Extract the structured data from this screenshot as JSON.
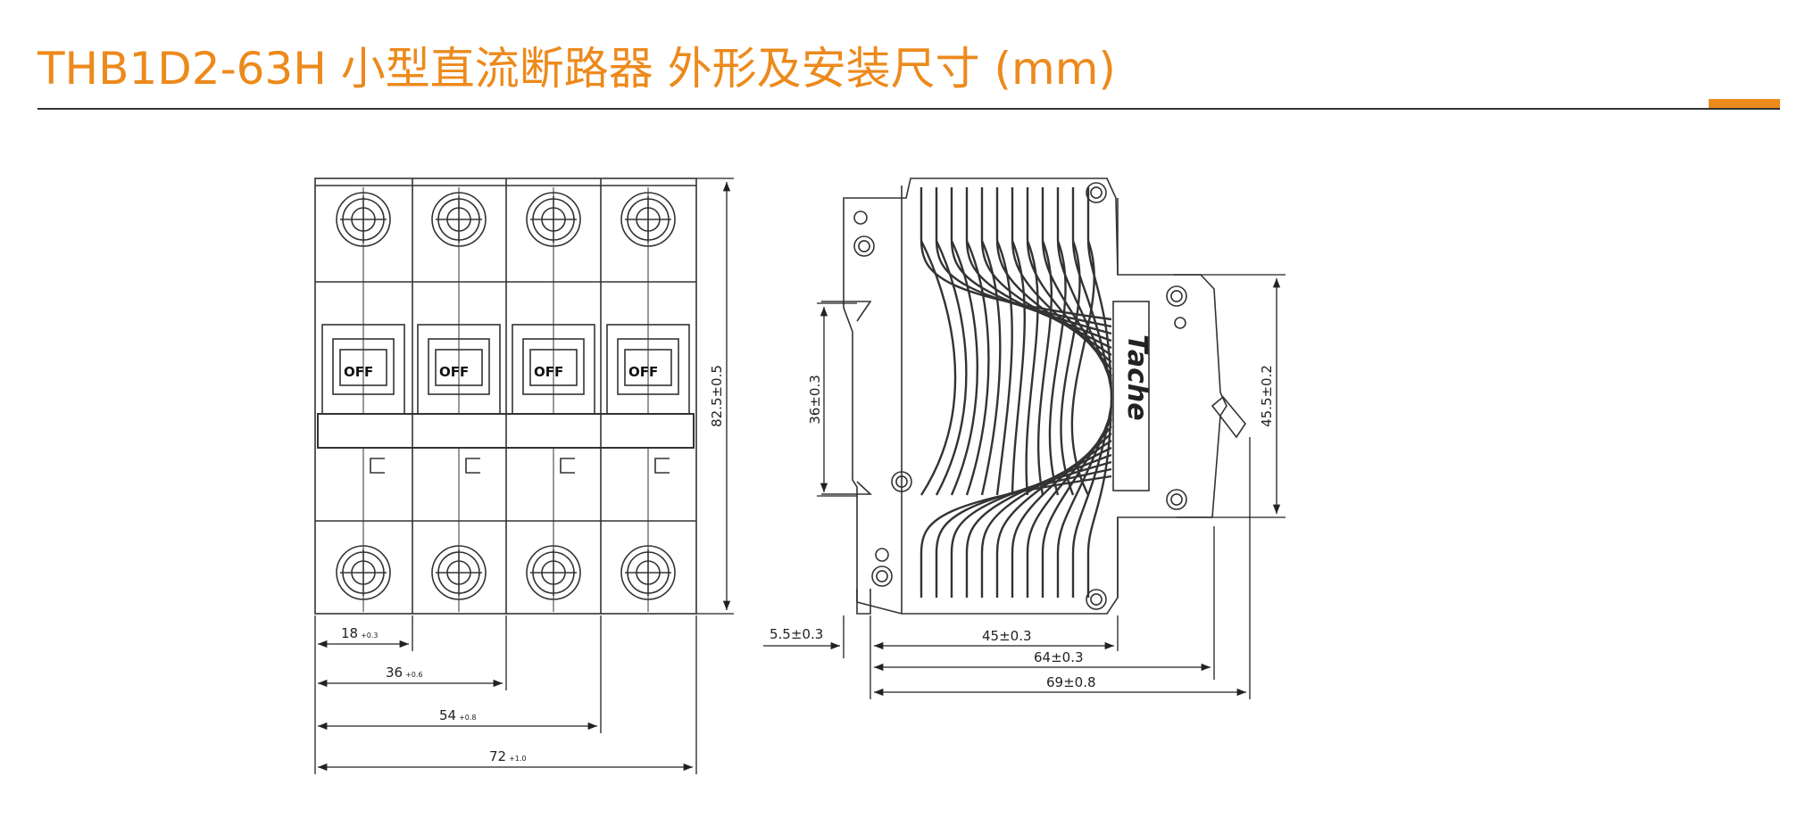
{
  "header": {
    "title": "THB1D2-63H 小型直流断路器  外形及安装尺寸 (mm)",
    "accent_color": "#ec8a1c",
    "rule_color": "#333333"
  },
  "front_view": {
    "switch_label": "OFF",
    "poles": 4,
    "dims": {
      "height": "82.5±0.5",
      "w1_base": "18",
      "w1_tol": "+0.3",
      "w2_base": "36",
      "w2_tol": "+0.6",
      "w3_base": "54",
      "w3_tol": "+0.8",
      "w4_base": "72",
      "w4_tol": "+1.0"
    }
  },
  "side_view": {
    "brand": "Tache",
    "dims": {
      "rail": "36±0.3",
      "height": "45.5±0.2",
      "offset": "5.5±0.3",
      "depth1": "45±0.3",
      "depth2": "64±0.3",
      "depth3": "69±0.8"
    }
  }
}
